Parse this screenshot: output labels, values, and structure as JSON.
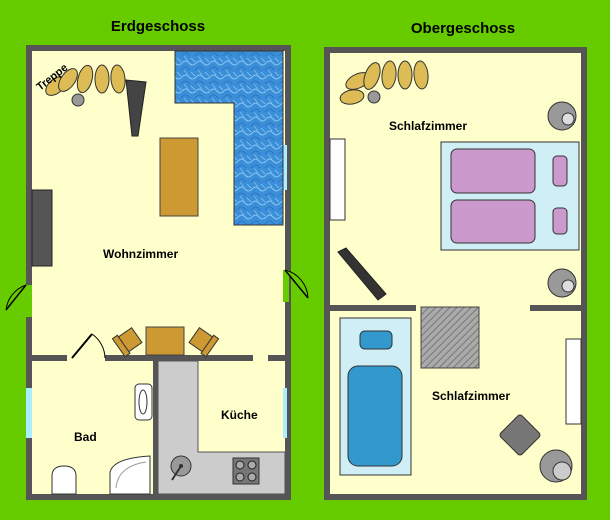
{
  "floors": {
    "ground": {
      "title": "Erdgeschoss",
      "rooms": {
        "living": "Wohnzimmer",
        "bath": "Bad",
        "kitchen": "Küche"
      },
      "stairs_label": "Treppe"
    },
    "upper": {
      "title": "Obergeschoss",
      "rooms": {
        "bedroom_top": "Schlafzimmer",
        "bedroom_bottom": "Schlafzimmer"
      }
    }
  },
  "colors": {
    "background": "#66cc00",
    "floor": "#ffffcc",
    "wall": "#555555",
    "pool": "#3a8fd8",
    "table": "#cc9933",
    "bed": "#cc99cc",
    "bathtub": "#3399cc",
    "kitchen_counter": "#cccccc",
    "stair_step": "#ddbb55"
  }
}
